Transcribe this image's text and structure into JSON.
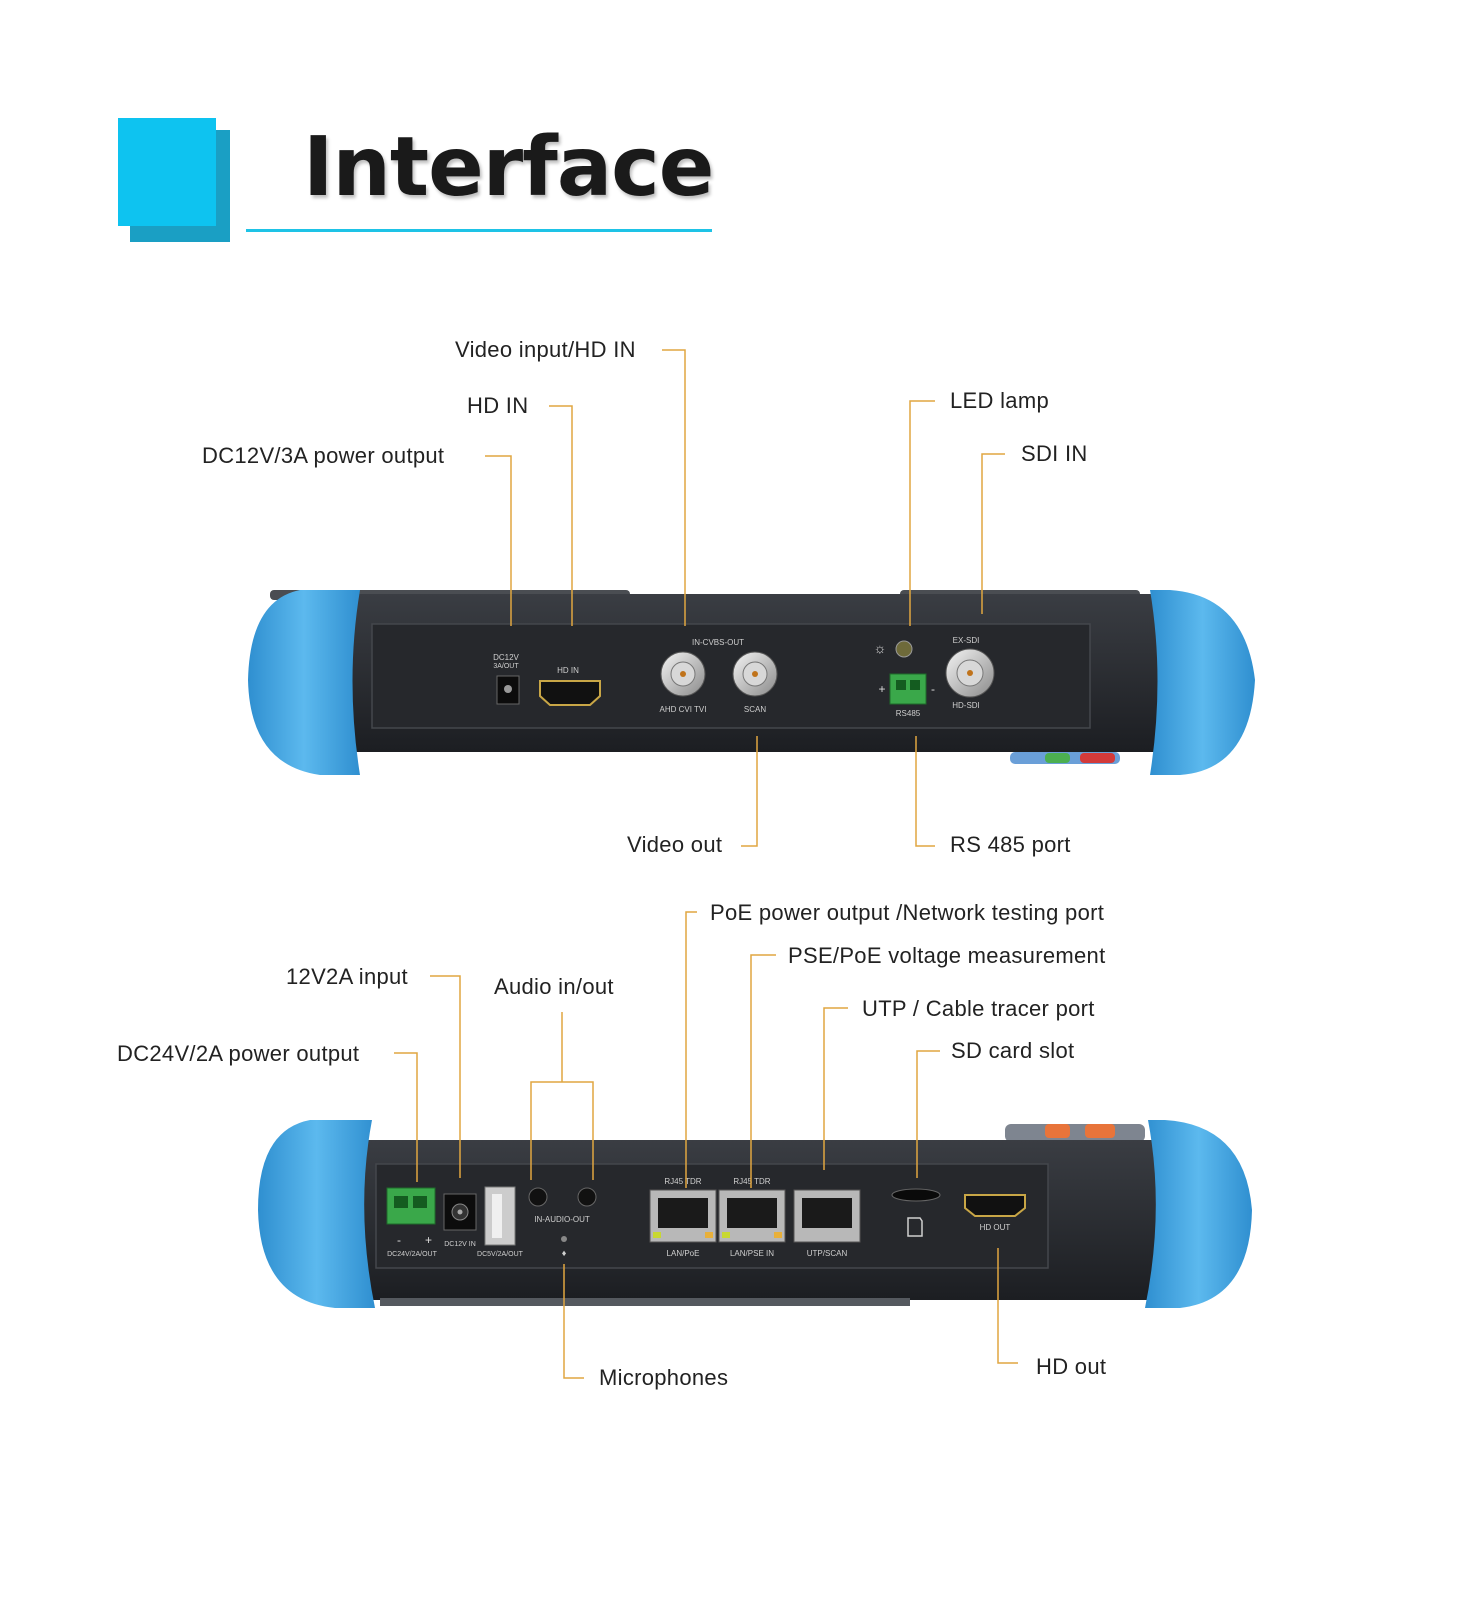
{
  "title": "Interface",
  "colors": {
    "accent": "#0ec3f0",
    "leader": "#e0a640",
    "bumper": "#3fa9e3",
    "device": "#2b2e33"
  },
  "top_panel": {
    "callouts": {
      "video_input": "Video input/HD IN",
      "hd_in": "HD IN",
      "dc12v": "DC12V/3A power output",
      "led_lamp": "LED lamp",
      "sdi_in": "SDI IN",
      "video_out": "Video out",
      "rs485": "RS 485 port"
    },
    "silkscreen": {
      "dc12v": "DC12V",
      "dc12v_sub": "3A/OUT",
      "hd_in": "HD IN",
      "cvbs": "IN-CVBS-OUT",
      "ahd": "AHD CVI TVI",
      "scan": "SCAN",
      "ex_sdi": "EX-SDI",
      "hd_sdi": "HD-SDI",
      "rs485": "RS485"
    }
  },
  "bottom_panel": {
    "callouts": {
      "poe_network": "PoE power output /Network testing port",
      "pse_poe": "PSE/PoE voltage measurement",
      "utp": "UTP / Cable tracer port",
      "sd_card": "SD card slot",
      "input_12v2a": "12V2A input",
      "audio": "Audio in/out",
      "dc24v": "DC24V/2A power output",
      "microphones": "Microphones",
      "hd_out": "HD out"
    },
    "silkscreen": {
      "dc24v": "DC24V/2A/OUT",
      "dc12v_in": "DC12V IN",
      "dc5v": "DC5V/2A/OUT",
      "audio": "IN-AUDIO-OUT",
      "rj45_1": "RJ45 TDR",
      "rj45_2": "RJ45 TDR",
      "lan_poe": "LAN/PoE",
      "lan_pse": "LAN/PSE IN",
      "utp_scan": "UTP/SCAN",
      "hd_out": "HD OUT"
    }
  }
}
